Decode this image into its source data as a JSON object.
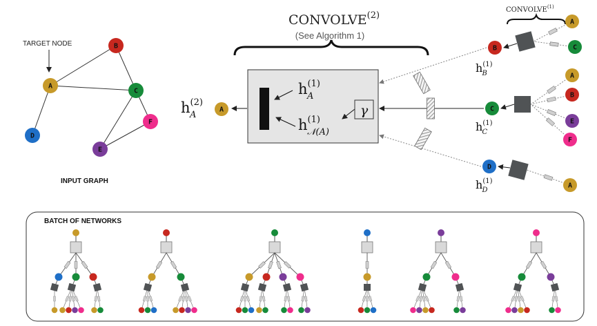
{
  "colors": {
    "A": "#c79a2a",
    "B": "#c7281f",
    "C": "#178b3a",
    "D": "#1f6fc7",
    "E": "#7a3d9a",
    "F": "#ef2d8c",
    "box_dark": "#505355",
    "box_light": "#d9d9d9",
    "edge": "#444444"
  },
  "input_graph": {
    "title": "INPUT GRAPH",
    "target_label": "TARGET NODE",
    "nodes": [
      {
        "id": "A",
        "label": "A"
      },
      {
        "id": "B",
        "label": "B"
      },
      {
        "id": "C",
        "label": "C"
      },
      {
        "id": "D",
        "label": "D"
      },
      {
        "id": "E",
        "label": "E"
      },
      {
        "id": "F",
        "label": "F"
      }
    ],
    "edges": [
      [
        "A",
        "B"
      ],
      [
        "A",
        "C"
      ],
      [
        "A",
        "D"
      ],
      [
        "B",
        "C"
      ],
      [
        "C",
        "E"
      ],
      [
        "C",
        "F"
      ],
      [
        "E",
        "F"
      ]
    ]
  },
  "convolve2": {
    "title_main": "CONVOLVE",
    "title_sup": "(2)",
    "subtitle": "(See Algorithm 1)",
    "h_self": {
      "base": "h",
      "sup": "(1)",
      "sub": "A"
    },
    "h_neigh": {
      "base": "h",
      "sup": "(1)",
      "sub": "𝒩(A)"
    },
    "gamma": "γ",
    "output": {
      "base": "h",
      "sup": "(2)",
      "sub": "A",
      "node": "A"
    }
  },
  "convolve1": {
    "title_main": "CONVOLVE",
    "title_sup": "(1)",
    "blocks": [
      {
        "node": "B",
        "h": {
          "base": "h",
          "sup": "(1)",
          "sub": "B"
        },
        "inputs": [
          "A",
          "C"
        ]
      },
      {
        "node": "C",
        "h": {
          "base": "h",
          "sup": "(1)",
          "sub": "C"
        },
        "inputs": [
          "A",
          "B",
          "E",
          "F"
        ]
      },
      {
        "node": "D",
        "h": {
          "base": "h",
          "sup": "(1)",
          "sub": "D"
        },
        "inputs": [
          "A"
        ]
      }
    ]
  },
  "batch": {
    "title": "BATCH OF NETWORKS",
    "networks": [
      {
        "root": "A",
        "children": [
          {
            "node": "D",
            "leaves": [
              "A"
            ]
          },
          {
            "node": "C",
            "leaves": [
              "A",
              "B",
              "E",
              "F"
            ]
          },
          {
            "node": "B",
            "leaves": [
              "A",
              "C"
            ]
          }
        ]
      },
      {
        "root": "B",
        "children": [
          {
            "node": "A",
            "leaves": [
              "B",
              "C",
              "D"
            ]
          },
          {
            "node": "C",
            "leaves": [
              "A",
              "B",
              "E",
              "F"
            ]
          }
        ]
      },
      {
        "root": "C",
        "children": [
          {
            "node": "A",
            "leaves": [
              "B",
              "C",
              "D"
            ]
          },
          {
            "node": "B",
            "leaves": [
              "A",
              "C"
            ]
          },
          {
            "node": "E",
            "leaves": [
              "C",
              "F"
            ]
          },
          {
            "node": "F",
            "leaves": [
              "C",
              "E"
            ]
          }
        ]
      },
      {
        "root": "D",
        "children": [
          {
            "node": "A",
            "leaves": [
              "B",
              "C",
              "D"
            ]
          }
        ]
      },
      {
        "root": "E",
        "children": [
          {
            "node": "C",
            "leaves": [
              "F",
              "E",
              "A",
              "B"
            ]
          },
          {
            "node": "F",
            "leaves": [
              "C",
              "E"
            ]
          }
        ]
      },
      {
        "root": "F",
        "children": [
          {
            "node": "C",
            "leaves": [
              "F",
              "E",
              "A",
              "B"
            ]
          },
          {
            "node": "E",
            "leaves": [
              "C",
              "F"
            ]
          }
        ]
      }
    ]
  }
}
